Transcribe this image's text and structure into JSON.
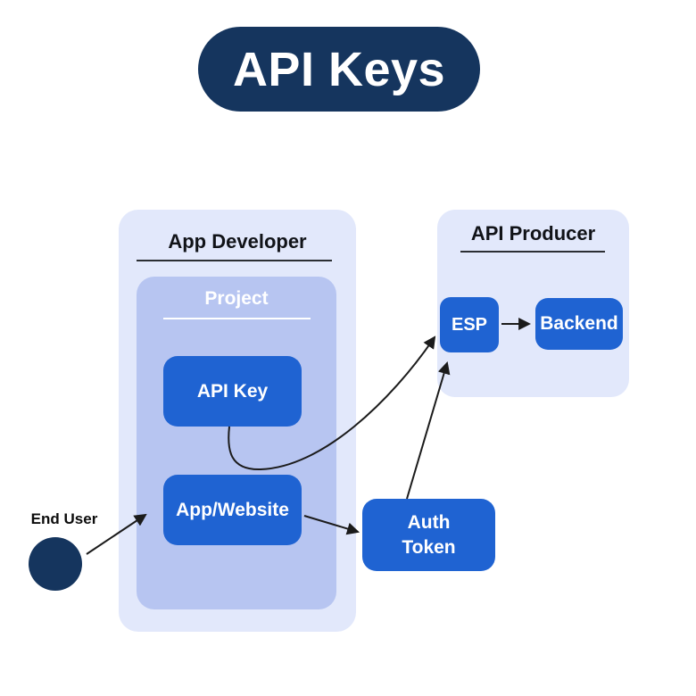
{
  "title": "API Keys",
  "colors": {
    "navy": "#15355E",
    "node_blue": "#1F63D2",
    "outer_container_bg": "#E2E8FB",
    "project_bg": "#B7C5F1",
    "connector": "#1B1B1B",
    "text_dark": "#111318",
    "text_white": "#FFFFFF"
  },
  "groups": {
    "app_developer": {
      "label": "App Developer",
      "project": {
        "label": "Project",
        "nodes": {
          "api_key": "API Key",
          "app_website": "App/Website"
        }
      }
    },
    "api_producer": {
      "label": "API Producer",
      "nodes": {
        "esp": "ESP",
        "backend": "Backend"
      }
    }
  },
  "nodes": {
    "auth_token": {
      "lines": [
        "Auth",
        "Token"
      ]
    }
  },
  "actors": {
    "end_user": {
      "label": "End User"
    }
  },
  "edges": [
    {
      "from": "end-user",
      "to": "app-website"
    },
    {
      "from": "api-key",
      "to": "esp"
    },
    {
      "from": "app-website",
      "to": "auth-token"
    },
    {
      "from": "auth-token",
      "to": "esp"
    },
    {
      "from": "esp",
      "to": "backend"
    }
  ]
}
